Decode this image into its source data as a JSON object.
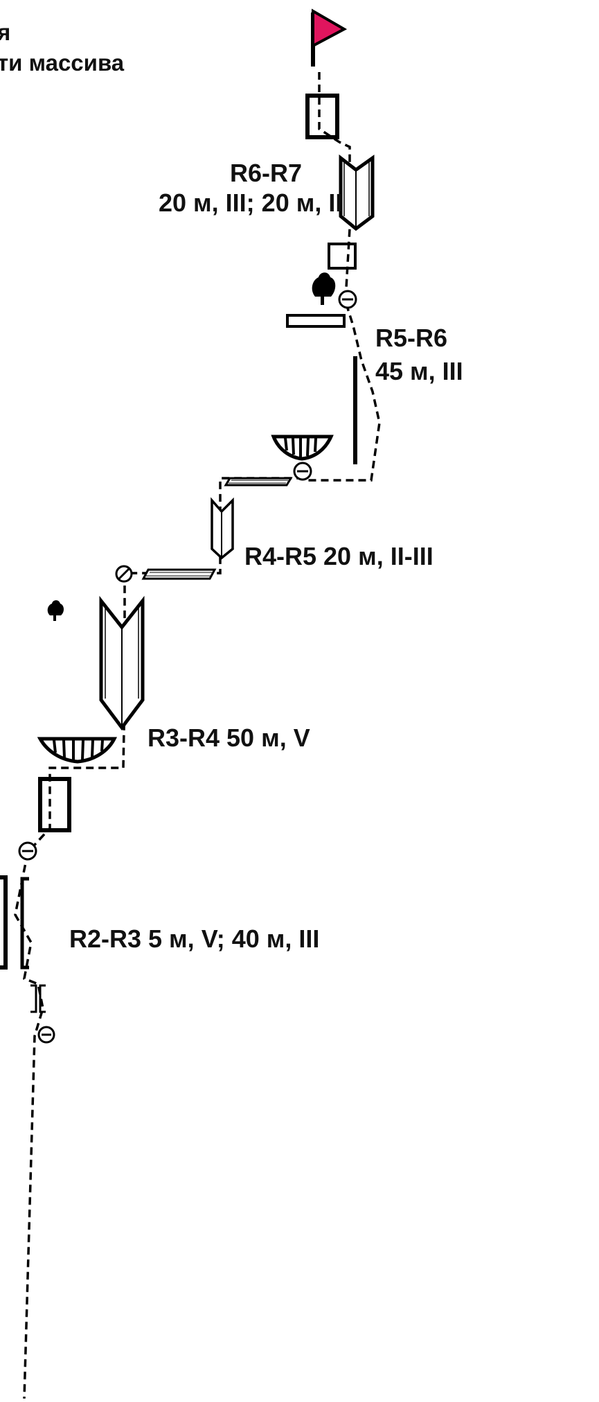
{
  "header": {
    "line1": "я",
    "line2": "ти массива"
  },
  "segments": [
    {
      "name": "R6-R7",
      "detail": "20 м, III; 20 м, II"
    },
    {
      "name": "R5-R6",
      "detail": "45 м, III"
    },
    {
      "label": "R4-R5 20 м, II-III"
    },
    {
      "label": "R3-R4 50 м, V"
    },
    {
      "label": "R2-R3 5 м, V; 40 м, III"
    }
  ],
  "colors": {
    "flag": "#e0155e",
    "ink": "#000000",
    "text": "#111111"
  },
  "icons": [
    "summit-flag-icon",
    "rappel-anchor-icon",
    "bolt-anchor-icon",
    "piton-anchor-icon",
    "tree-icon",
    "chimney-icon",
    "slab-icon",
    "ledge-icon",
    "overhang-icon",
    "wall-icon",
    "crack-icon"
  ]
}
